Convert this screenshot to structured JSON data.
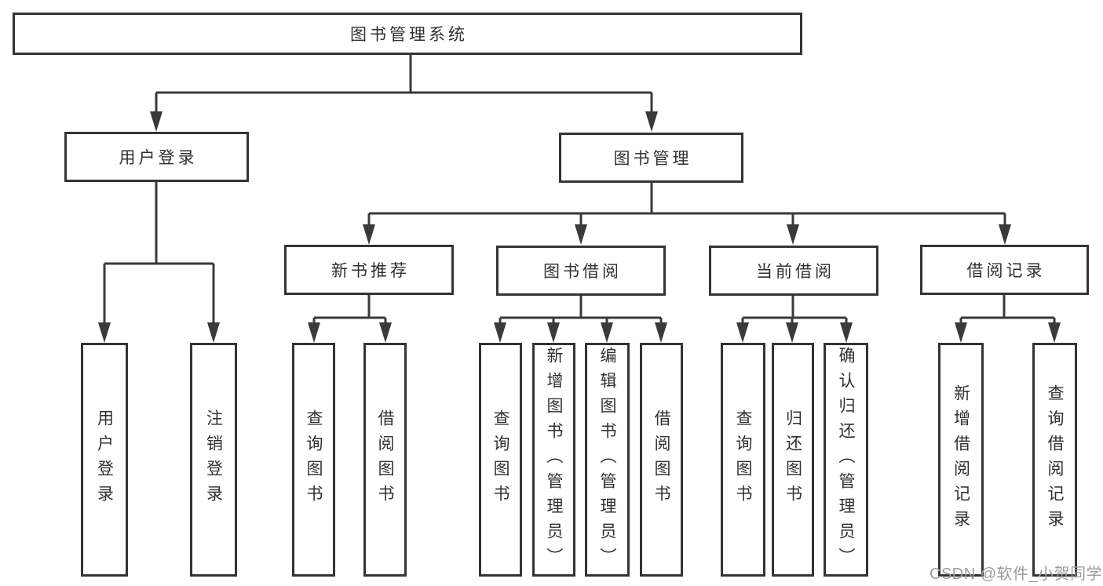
{
  "diagram_type": "hierarchy-tree",
  "tree": {
    "label": "图书管理系统",
    "children": [
      {
        "label": "用户登录",
        "children": [
          {
            "label": "用户登录"
          },
          {
            "label": "注销登录"
          }
        ]
      },
      {
        "label": "图书管理",
        "children": [
          {
            "label": "新书推荐",
            "children": [
              {
                "label": "查询图书"
              },
              {
                "label": "借阅图书"
              }
            ]
          },
          {
            "label": "图书借阅",
            "children": [
              {
                "label": "查询图书"
              },
              {
                "label": "新增图书（管理员）"
              },
              {
                "label": "编辑图书（管理员）"
              },
              {
                "label": "借阅图书"
              }
            ]
          },
          {
            "label": "当前借阅",
            "children": [
              {
                "label": "查询图书"
              },
              {
                "label": "归还图书"
              },
              {
                "label": "确认归还（管理员）"
              }
            ]
          },
          {
            "label": "借阅记录",
            "children": [
              {
                "label": "新增借阅记录"
              },
              {
                "label": "查询借阅记录"
              }
            ]
          }
        ]
      }
    ]
  },
  "watermark": {
    "text": "CSDN @软件_小贺同学"
  },
  "colors": {
    "background": "#ffffff",
    "box_border": "#343434",
    "connector": "#3a3a3a",
    "text": "#303030",
    "watermark": "#9c9c9c"
  }
}
